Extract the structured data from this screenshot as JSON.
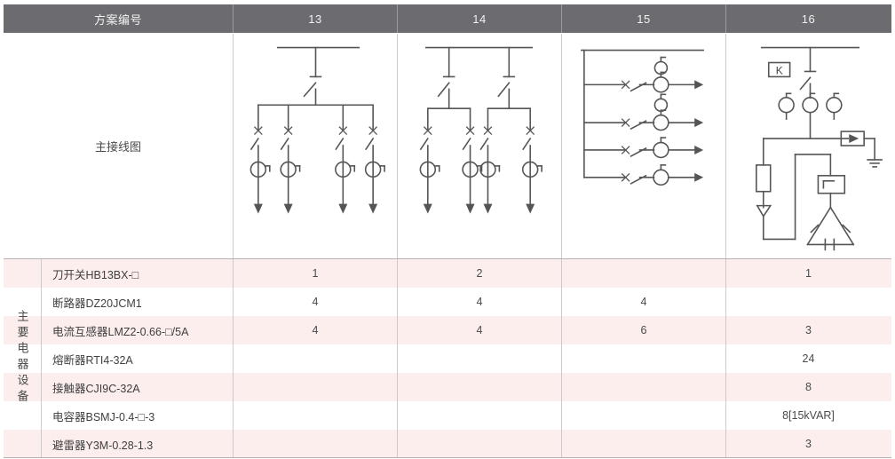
{
  "header": {
    "label": "方案编号",
    "columns": [
      "13",
      "14",
      "15",
      "16"
    ]
  },
  "diagram_row": {
    "label": "主接线图",
    "cells": [
      {
        "scheme": "13",
        "name": "single-bus-four-feeder"
      },
      {
        "scheme": "14",
        "name": "dual-switch-four-feeder"
      },
      {
        "scheme": "15",
        "name": "horizontal-bus-four-feeder"
      },
      {
        "scheme": "16",
        "name": "capacitor-compensation-bank"
      }
    ],
    "annotations": {
      "k_box": "K"
    }
  },
  "group": {
    "label": "主要电器设备"
  },
  "table": {
    "rows": [
      {
        "name": "刀开关HB13BX-□",
        "values": [
          "1",
          "2",
          "",
          "1"
        ]
      },
      {
        "name": "断路器DZ20JCM1",
        "values": [
          "4",
          "4",
          "4",
          ""
        ]
      },
      {
        "name": "电流互感器LMZ2-0.66-□/5A",
        "values": [
          "4",
          "4",
          "6",
          "3"
        ]
      },
      {
        "name": "熔断器RTI4-32A",
        "values": [
          "",
          "",
          "",
          "24"
        ]
      },
      {
        "name": "接触器CJI9C-32A",
        "values": [
          "",
          "",
          "",
          "8"
        ]
      },
      {
        "name": "电容器BSMJ-0.4-□-3",
        "values": [
          "",
          "",
          "",
          "8[15kVAR]"
        ]
      },
      {
        "name": "避雷器Y3M-0.28-1.3",
        "values": [
          "",
          "",
          "",
          "3"
        ]
      }
    ]
  },
  "colors": {
    "header_bg": "#6b6b70",
    "header_text": "#f2f2f2",
    "stripe": "#fbeeed",
    "grid_line": "#cfc9c9",
    "diagram_stroke": "#555555"
  }
}
